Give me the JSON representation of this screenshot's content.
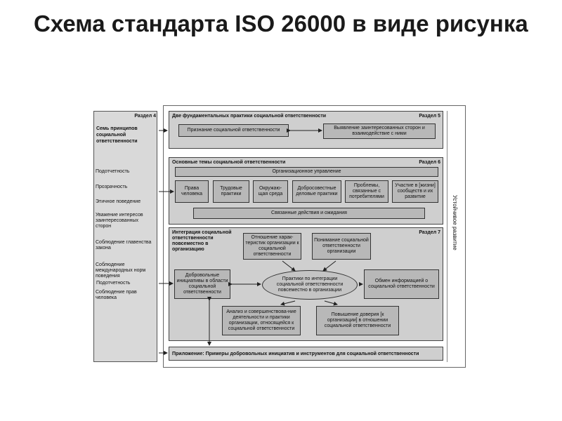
{
  "slide": {
    "title": "Схема стандарта ISO 26000 в виде рисунка"
  },
  "diagram": {
    "left": {
      "section": "Раздел 4",
      "title": "Семь принципов социальной ответственности",
      "principles": [
        "Подотчетность",
        "Прозрачность",
        "Этичное поведение",
        "Уважение интересов заинтересованных сторон",
        "Соблюдение главенства закона",
        "Соблюдение международных норм поведения",
        "Соблюдение прав человека"
      ]
    },
    "right_label": "Устойчивое развитие",
    "section5": {
      "section": "Раздел 5",
      "title": "Две фундаментальных практики социальной ответственности",
      "box1": "Признание социальной ответственности",
      "box2": "Выявление заинтересованных сторон и взаимодействие с ними"
    },
    "section6": {
      "section": "Раздел 6",
      "title": "Основные темы социальной ответственности",
      "governance": "Организационное управление",
      "topics": [
        "Права человека",
        "Трудовые практики",
        "Окружаю-щая среда",
        "Добросовестные деловые практики",
        "Проблемы, связанные с потребителями",
        "Участие в [жизни] сообществ и их развитие"
      ],
      "related": "Связанные действия и ожидания"
    },
    "section7": {
      "section": "Раздел 7",
      "title": "Интеграция социальной ответственности повсеместно в организацию",
      "relation": "Отношение харак-теристик организации к социальной ответственности",
      "understanding": "Понимание социальной ответственности организации",
      "center": "Практики по интеграции социальной ответственности повсеместно в организации",
      "voluntary": "Добровольные инициативы в области социальной ответственности",
      "exchange": "Обмен информацией о социальной ответственности",
      "analysis": "Анализ и совершенствова-ние деятельности и практики организации, относящейся к социальной ответственности",
      "trust": "Повышение доверия [к организации] в отношении социальной ответственности"
    },
    "annex": "Приложение: Примеры добровольных инициатив и инструментов для социальной ответственности"
  }
}
